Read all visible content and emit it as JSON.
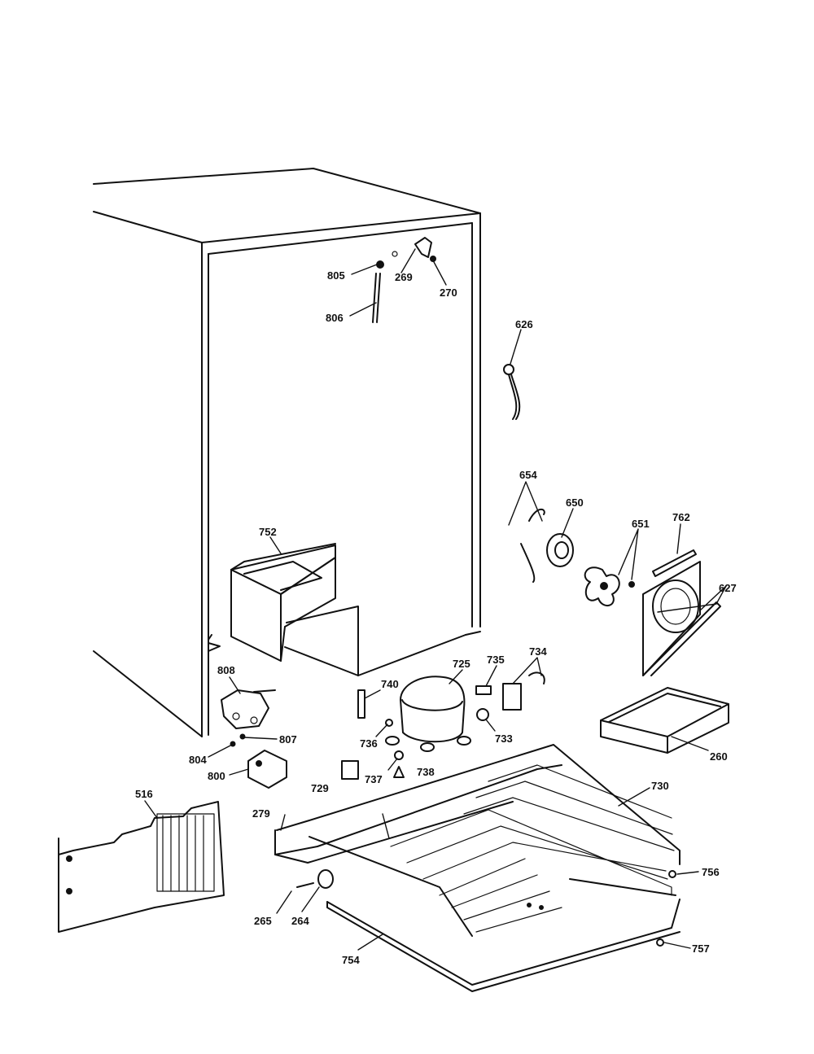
{
  "parts": {
    "p805": "805",
    "p269": "269",
    "p270": "270",
    "p806": "806",
    "p626": "626",
    "p654": "654",
    "p650": "650",
    "p651": "651",
    "p762": "762",
    "p627": "627",
    "p752": "752",
    "p808": "808",
    "p740": "740",
    "p725": "725",
    "p735": "735",
    "p734": "734",
    "p807": "807",
    "p804": "804",
    "p736": "736",
    "p733": "733",
    "p260": "260",
    "p800": "800",
    "p729": "729",
    "p737": "737",
    "p738": "738",
    "p730": "730",
    "p516": "516",
    "p279": "279",
    "p756": "756",
    "p265": "265",
    "p264": "264",
    "p757": "757",
    "p754": "754"
  }
}
